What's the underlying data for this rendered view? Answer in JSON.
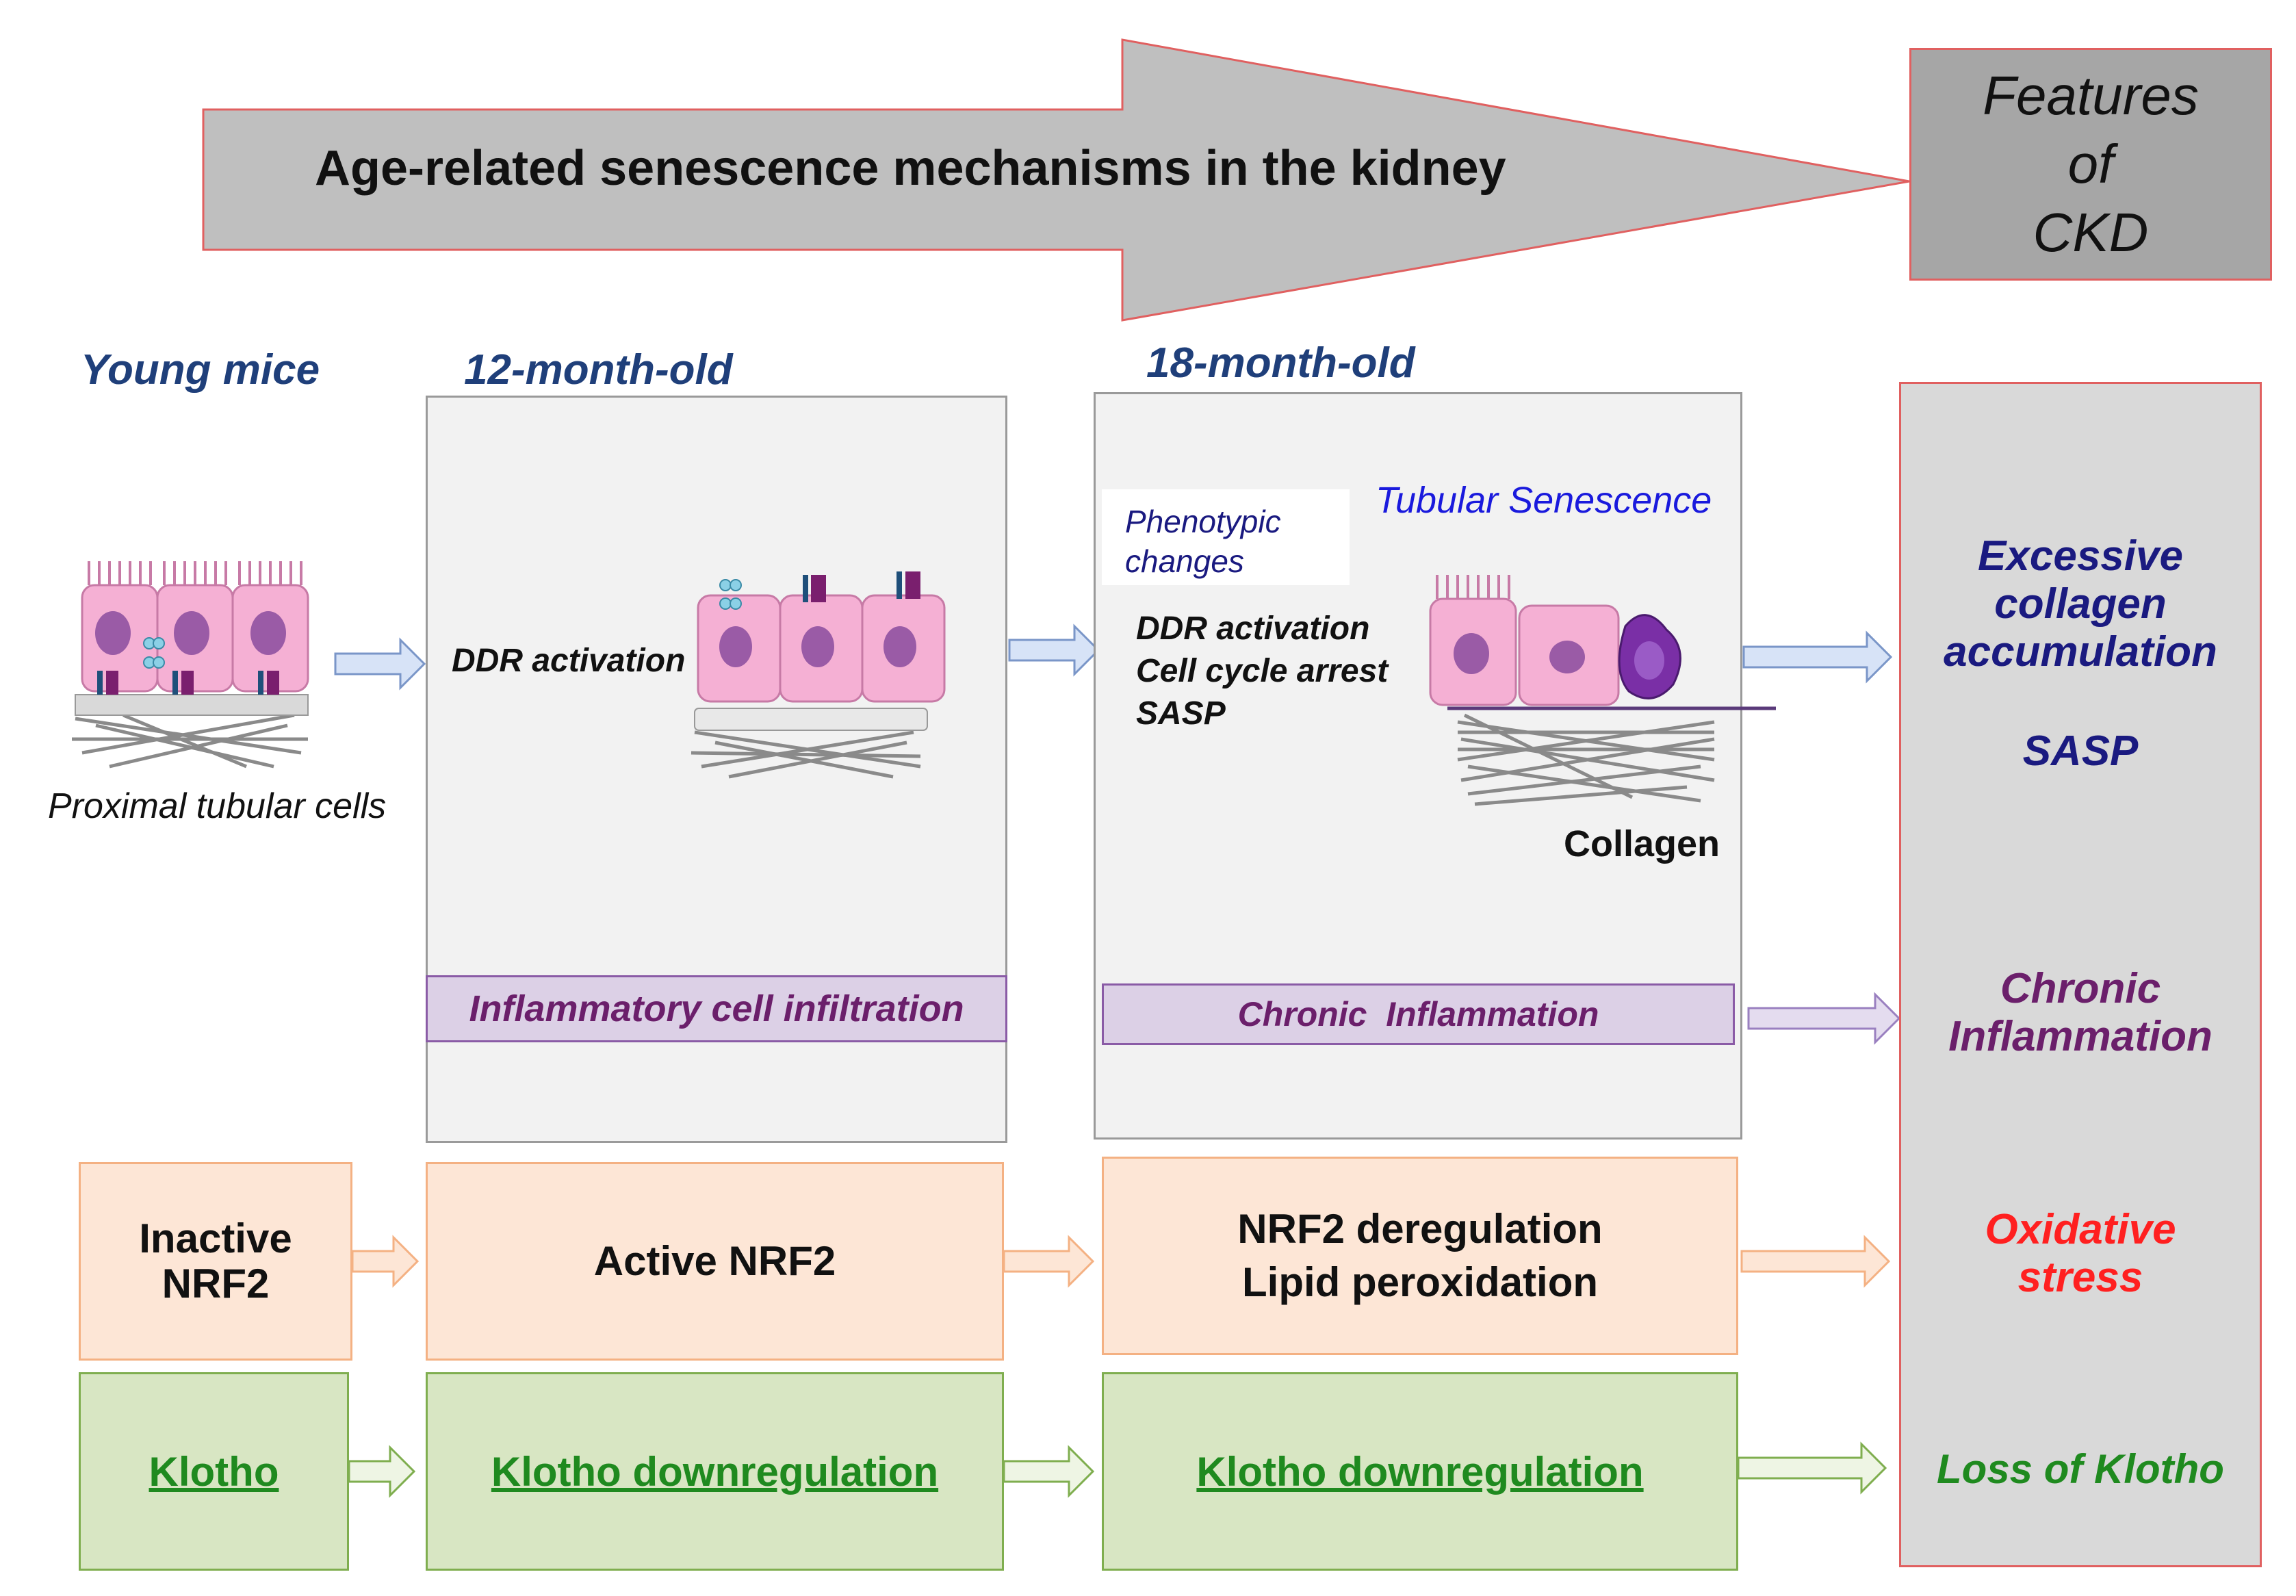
{
  "header": {
    "banner_text": "Age-related senescence mechanisms in the kidney",
    "features_lines": [
      "Features",
      "of",
      "CKD"
    ]
  },
  "stages": {
    "young": {
      "label": "Young mice",
      "cells_label": "Proximal tubular cells",
      "nrf2": [
        "Inactive",
        "NRF2"
      ],
      "klotho": "Klotho"
    },
    "month12": {
      "label": "12-month-old",
      "ddr": "DDR activation",
      "inflammation": "Inflammatory cell infiltration",
      "nrf2": "Active NRF2",
      "klotho": "Klotho downregulation"
    },
    "month18": {
      "label": "18-month-old",
      "phenotypic": [
        "Phenotypic",
        "changes"
      ],
      "tubular_senescence": "Tubular Senescence",
      "changes": [
        "DDR activation",
        "Cell cycle arrest",
        "SASP"
      ],
      "collagen": "Collagen",
      "inflammation": "Chronic  Inflammation",
      "nrf2": [
        "NRF2 deregulation",
        "Lipid peroxidation"
      ],
      "klotho": "Klotho downregulation"
    }
  },
  "features": {
    "collagen": [
      "Excessive",
      "collagen",
      "accumulation"
    ],
    "sasp": "SASP",
    "inflammation": [
      "Chronic",
      "Inflammation"
    ],
    "oxidative": [
      "Oxidative",
      "stress"
    ],
    "klotho": "Loss of Klotho"
  },
  "colors": {
    "banner_fill": "#bfbfbf",
    "banner_border": "#e06060",
    "stage_label": "#1f3f7a",
    "dark_blue": "#1a1a80",
    "purple": "#6b1f6b",
    "red": "#ff2020",
    "green": "#1f8a1f"
  }
}
